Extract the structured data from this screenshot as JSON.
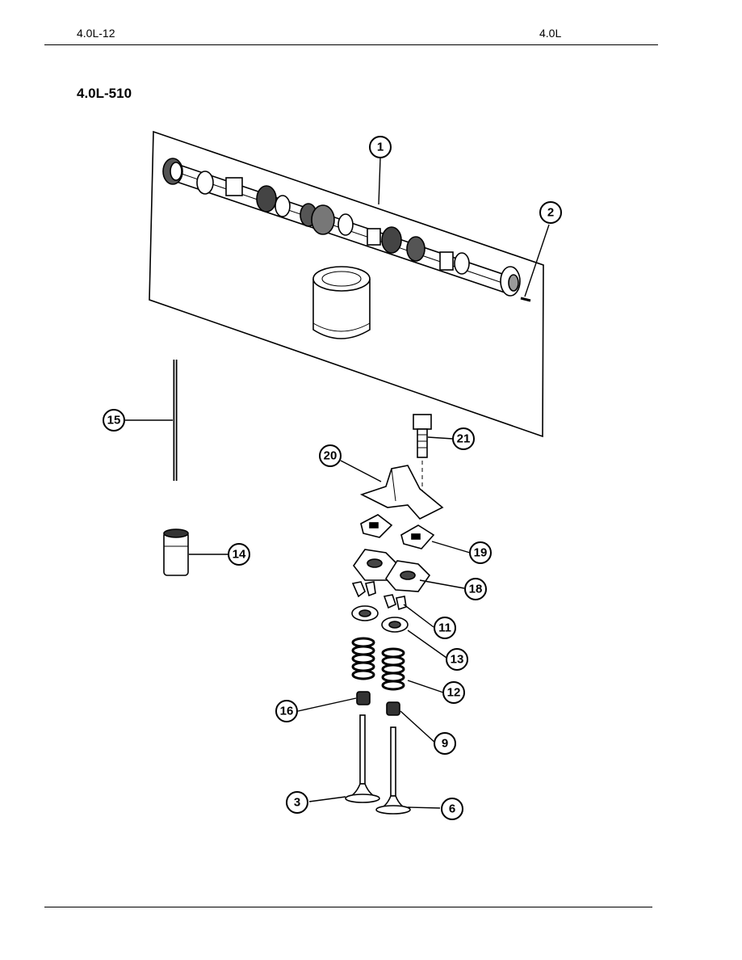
{
  "header": {
    "left": "4.0L-12",
    "right": "4.0L"
  },
  "figure_id": "4.0L-510",
  "callouts": [
    "1",
    "2",
    "15",
    "21",
    "20",
    "19",
    "14",
    "18",
    "11",
    "13",
    "12",
    "16",
    "9",
    "3",
    "6"
  ]
}
